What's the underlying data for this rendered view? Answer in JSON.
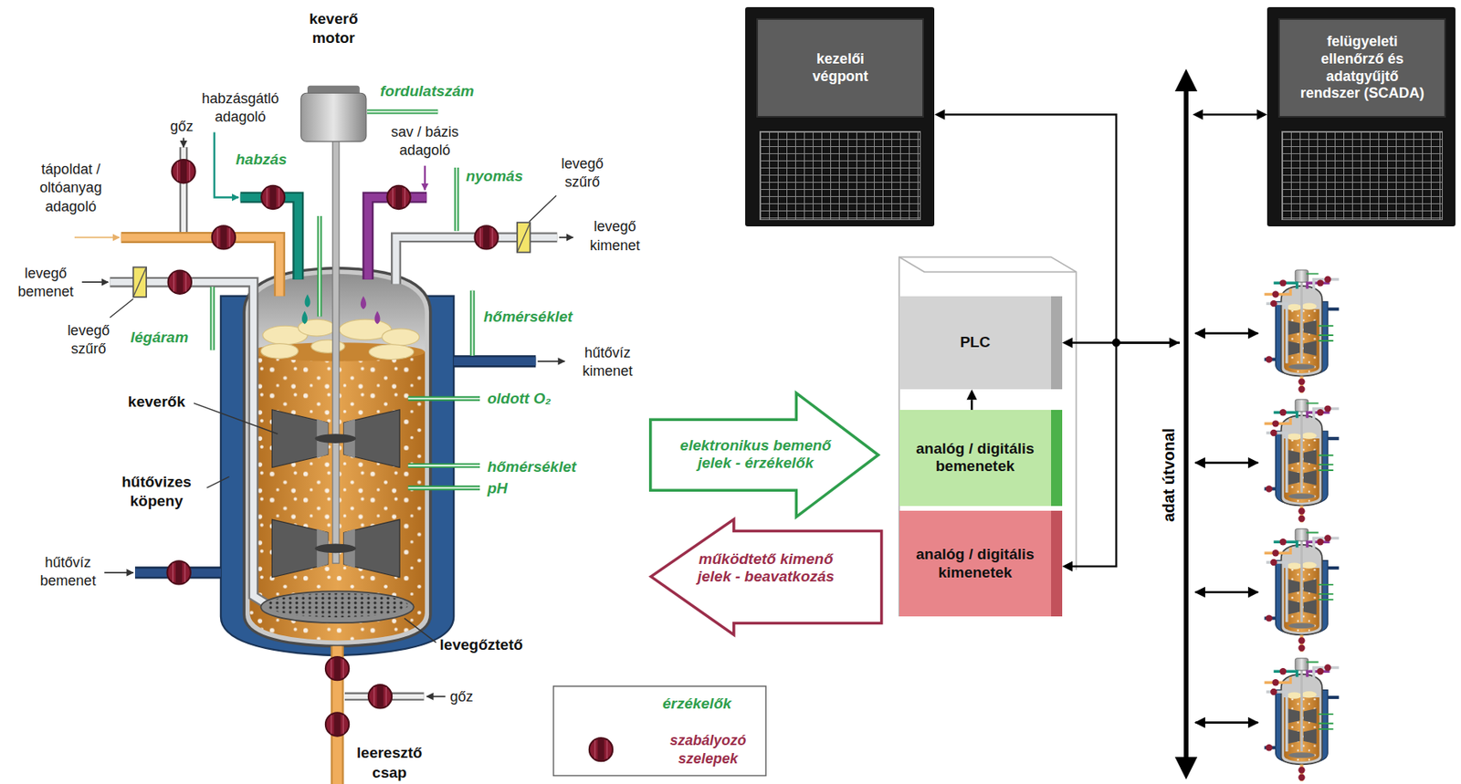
{
  "diagram": {
    "nodes": [
      {
        "text": [
          "kezelői végpont"
        ]
      },
      {
        "text": [
          "felügyeleti ellenőrző és adatgyűjtő rendszer (SCADA)"
        ]
      },
      {
        "text": [
          "elektronikus bemenő jelek - érzékelők"
        ]
      },
      {
        "text": [
          "PLC"
        ]
      },
      {
        "text": [
          "analóg / digitális bemenetek"
        ]
      },
      {
        "text": [
          "működtető kimenő jelek - beavatkozás"
        ]
      },
      {
        "text": [
          "analóg / digitális kimenetek"
        ]
      },
      {
        "text": [
          "adat útvonal"
        ]
      }
    ],
    "edges": [
      {
        "from": 4,
        "to": 3,
        "arrow": "to"
      },
      {
        "from": 3,
        "to": 7,
        "arrow": "both"
      },
      {
        "from": 7,
        "to": 0,
        "arrow": "to"
      },
      {
        "from": 7,
        "to": 6,
        "arrow": "to"
      },
      {
        "from": 1,
        "to": 7,
        "arrow": "both"
      }
    ],
    "labels": [
      "keverő motor",
      "fordulatszám",
      "habzásgátló adagoló",
      "gőz",
      "sav / bázis adagoló",
      "habzás",
      "levegő szűrő",
      "tápoldat / oltóanyag adagoló",
      "nyomás",
      "levegő kimenet",
      "levegő bemenet",
      "hőmérséklet",
      "levegő szűrő",
      "légáram",
      "hűtővíz kimenet",
      "oldott O₂",
      "keverők",
      "hőmérséklet",
      "hűtővizes köpeny",
      "pH",
      "hűtővíz bemenet",
      "levegőztető",
      "gőz",
      "leeresztő csap"
    ],
    "legend": [
      {
        "text": "érzékelők"
      },
      {
        "text": "szabályozó szelepek"
      }
    ]
  }
}
